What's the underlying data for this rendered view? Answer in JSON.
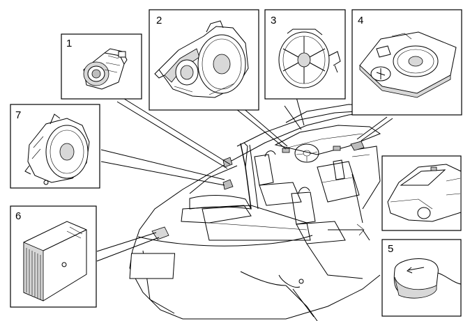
{
  "callouts": [
    {
      "id": "speaker-1",
      "label": "1"
    },
    {
      "id": "speaker-2",
      "label": "2"
    },
    {
      "id": "speaker-3",
      "label": "3"
    },
    {
      "id": "subwoofer-4",
      "label": "4"
    },
    {
      "id": "sensor-5",
      "label": "5"
    },
    {
      "id": "amplifier-6",
      "label": "6"
    },
    {
      "id": "speaker-7",
      "label": "7"
    }
  ]
}
